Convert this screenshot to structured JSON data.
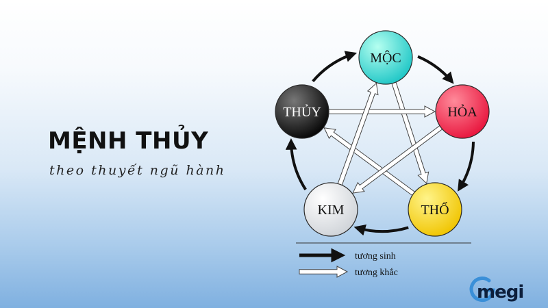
{
  "heading": {
    "title": "MỆNH THỦY",
    "subtitle": "theo thuyết ngũ hành"
  },
  "elements": [
    {
      "id": "moc",
      "label": "MỘC",
      "gradient": [
        "#b5fff0",
        "#1ec6c6"
      ],
      "text_color": "#111111"
    },
    {
      "id": "hoa",
      "label": "HỎA",
      "gradient": [
        "#ff8a9a",
        "#e8143c"
      ],
      "text_color": "#111111"
    },
    {
      "id": "tho",
      "label": "THỔ",
      "gradient": [
        "#fff48a",
        "#f0c400"
      ],
      "text_color": "#111111"
    },
    {
      "id": "kim",
      "label": "KIM",
      "gradient": [
        "#ffffff",
        "#cfd3d8"
      ],
      "text_color": "#111111"
    },
    {
      "id": "thuy",
      "label": "THỦY",
      "gradient": [
        "#777777",
        "#050505"
      ],
      "text_color": "#ffffff"
    }
  ],
  "generating_cycle": [
    [
      "moc",
      "hoa"
    ],
    [
      "hoa",
      "tho"
    ],
    [
      "tho",
      "kim"
    ],
    [
      "kim",
      "thuy"
    ],
    [
      "thuy",
      "moc"
    ]
  ],
  "overcoming_cycle": [
    [
      "moc",
      "tho"
    ],
    [
      "tho",
      "thuy"
    ],
    [
      "thuy",
      "hoa"
    ],
    [
      "hoa",
      "kim"
    ],
    [
      "kim",
      "moc"
    ]
  ],
  "legend": {
    "generating": "tương sinh",
    "overcoming": "tương khắc"
  },
  "logo_text": "megi",
  "logo_mark": "G"
}
